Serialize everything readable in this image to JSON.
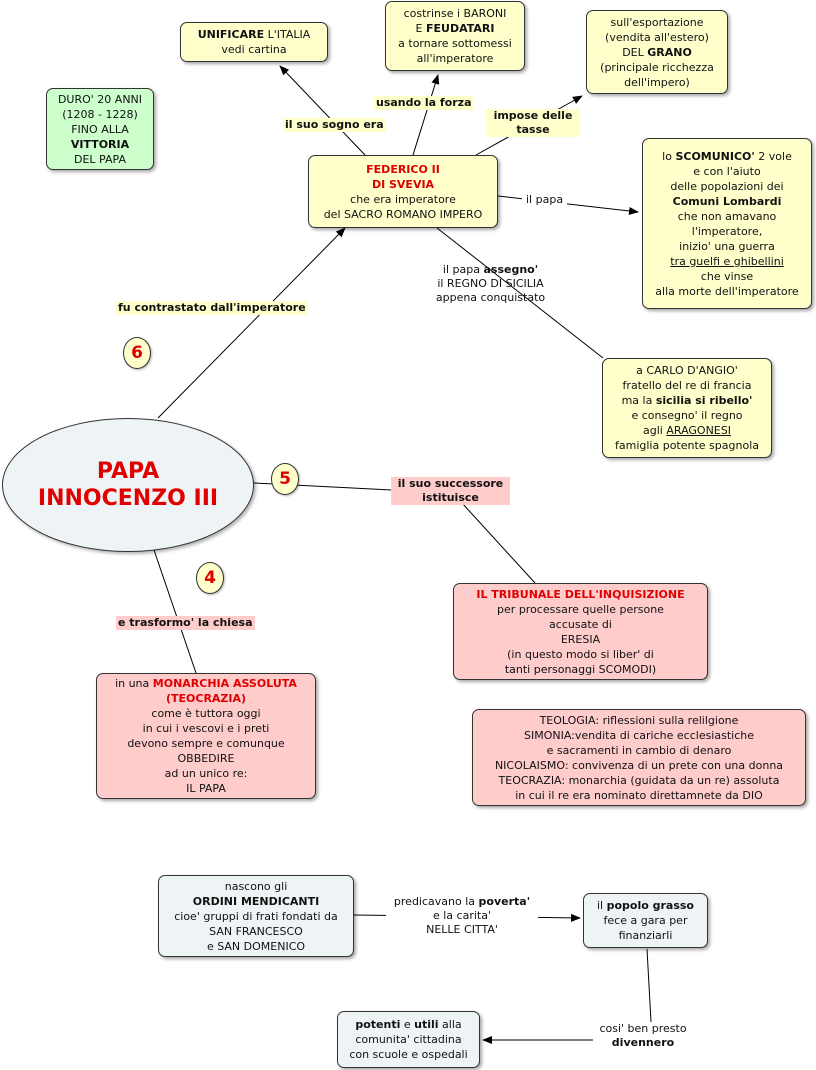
{
  "central": {
    "line1": "PAPA",
    "line2": "INNOCENZO III"
  },
  "numbers": {
    "n4": "4",
    "n5": "5",
    "n6": "6"
  },
  "federico": {
    "name1": "FEDERICO II",
    "name2": "DI SVEVIA",
    "l3": "che era imperatore",
    "l4": "del SACRO ROMANO IMPERO"
  },
  "unificare": {
    "b": "UNIFICARE",
    "r1": " L'ITALIA",
    "l2": "vedi cartina"
  },
  "baroni": {
    "l1": "costrinse i BARONI",
    "l2a": "E ",
    "l2b": "FEUDATARI",
    "l3": "a tornare sottomessi",
    "l4": "all'imperatore"
  },
  "grano": {
    "l1": "sull'esportazione",
    "l2": "(vendita all'estero)",
    "l3a": "DEL ",
    "l3b": "GRANO",
    "l4": "(principale ricchezza",
    "l5": "dell'impero)"
  },
  "duro": {
    "l1": "DURO' 20 ANNI",
    "l2": "(1208 - 1228)",
    "l3": "FINO ALLA",
    "l4": "VITTORIA",
    "l5": "DEL PAPA"
  },
  "scomunico": {
    "l1a": "lo ",
    "l1b": "SCOMUNICO'",
    "l1c": " 2 vole",
    "l2": "e con l'aiuto",
    "l3": "delle popolazioni dei",
    "l4": "Comuni Lombardi",
    "l5": "che non amavano",
    "l6": "l'imperatore,",
    "l7": "inizio' una guerra",
    "l8": "tra guelfi e ghibellini",
    "l9": "che vinse",
    "l10": "alla morte dell'imperatore"
  },
  "carlo": {
    "l1": "a CARLO D'ANGIO'",
    "l2": "fratello del re di francia",
    "l3a": "ma la ",
    "l3b": "sicilia si ribello'",
    "l4": "e consegno' il regno",
    "l5a": "agli ",
    "l5b": "ARAGONESI",
    "l6": "famiglia potente spagnola"
  },
  "tribunale": {
    "l1": "IL TRIBUNALE DELL'INQUISIZIONE",
    "l2": "per processare quelle persone",
    "l3": "accusate di",
    "l4": "ERESIA",
    "l5": "(in questo modo si liber' di",
    "l6": "tanti personaggi SCOMODI)"
  },
  "monarchia": {
    "l1a": "in una ",
    "l1b": "MONARCHIA ASSOLUTA",
    "l2": "(TEOCRAZIA)",
    "l3": "come è tuttora oggi",
    "l4": "in cui i vescovi e i preti",
    "l5": "devono sempre e comunque",
    "l6": "OBBEDIRE",
    "l7": "ad un unico re:",
    "l8": "IL PAPA"
  },
  "glossary": {
    "l1": "TEOLOGIA: riflessioni sulla relilgione",
    "l2": "SIMONIA:vendita di cariche ecclesiastiche",
    "l3": "e sacramenti in cambio di denaro",
    "l4": "NICOLAISMO: convivenza di un prete con una donna",
    "l5": "TEOCRAZIA: monarchia (guidata da un re) assoluta",
    "l6": "in cui il re era nominato direttamnete da DIO"
  },
  "ordini": {
    "l1": "nascono gli",
    "l2": "ORDINI MENDICANTI",
    "l3": "cioe' gruppi di frati fondati da",
    "l4": "SAN FRANCESCO",
    "l5": "e SAN DOMENICO"
  },
  "popolo": {
    "l1a": "il ",
    "l1b": "popolo grasso",
    "l2": "fece a gara per",
    "l3": "finanziarli"
  },
  "potenti": {
    "l1a": "potenti",
    "l1b": " e ",
    "l1c": "utili",
    "l1d": " alla",
    "l2": "comunita' cittadina",
    "l3": "con scuole e ospedali"
  },
  "labels": {
    "sogno": "il suo sogno era",
    "forza": "usando la forza",
    "tasse1": "impose delle",
    "tasse2": "tasse",
    "il_papa": "il papa",
    "assegno1a": "il papa ",
    "assegno1b": "assegno'",
    "assegno2": "il REGNO DI SICILIA",
    "assegno3": "appena conquistato",
    "contrastato": "fu contrastato dall'imperatore",
    "successore1": "il suo successore",
    "successore2": "istituisce",
    "trasformo": "e trasformo' la chiesa",
    "predicavano1a": "predicavano la ",
    "predicavano1b": "poverta'",
    "predicavano2": "e la carita'",
    "predicavano3": "NELLE CITTA'",
    "divennero1": "cosi' ben presto",
    "divennero2": "divennero"
  }
}
